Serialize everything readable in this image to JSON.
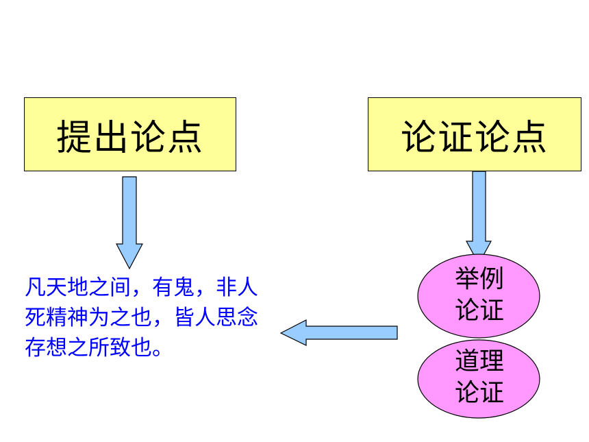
{
  "boxes": {
    "left": "提出论点",
    "right": "论证论点"
  },
  "ellipses": [
    {
      "line1": "举例",
      "line2": "论证"
    },
    {
      "line1": "道理",
      "line2": "论证"
    }
  ],
  "quote": "凡天地之间，有鬼，非人死精神为之也，皆人思念存想之所致也。",
  "colors": {
    "box_fill": "#ffff99",
    "ellipse_fill": "#ff99ff",
    "arrow_fill": "#99ccff",
    "quote_text": "#0000ff"
  }
}
